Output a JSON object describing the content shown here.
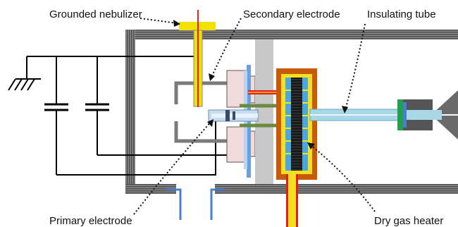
{
  "labels": {
    "grounded_nebulizer": "Grounded nebulizer",
    "secondary_electrode": "Secondary electrode",
    "insulating_tube": "Insulating tube",
    "primary_electrode": "Primary electrode",
    "dry_gas_heater": "Dry gas heater"
  },
  "colors": {
    "housing": "#6f6f6f",
    "wire": "#000000",
    "nebulizer_cap": "#f2e000",
    "nebulizer_needle": "#e02020",
    "electrode": "#7a7a7a",
    "secondary_electrode_body": "#f2dada",
    "insulator_plate": "#c8c8c8",
    "insulating_tube": "#a8d8e6",
    "heater_outer": "#c85a0a",
    "heater_inner": "#f5e020",
    "heater_core": "#202020",
    "heater_fins": "#4aa8e0",
    "inlet_cap_green": "#22a050",
    "inlet_blue": "#4a7fd0"
  },
  "icons": {
    "ground": "ground-symbol-icon",
    "capacitor": "capacitor-icon"
  }
}
